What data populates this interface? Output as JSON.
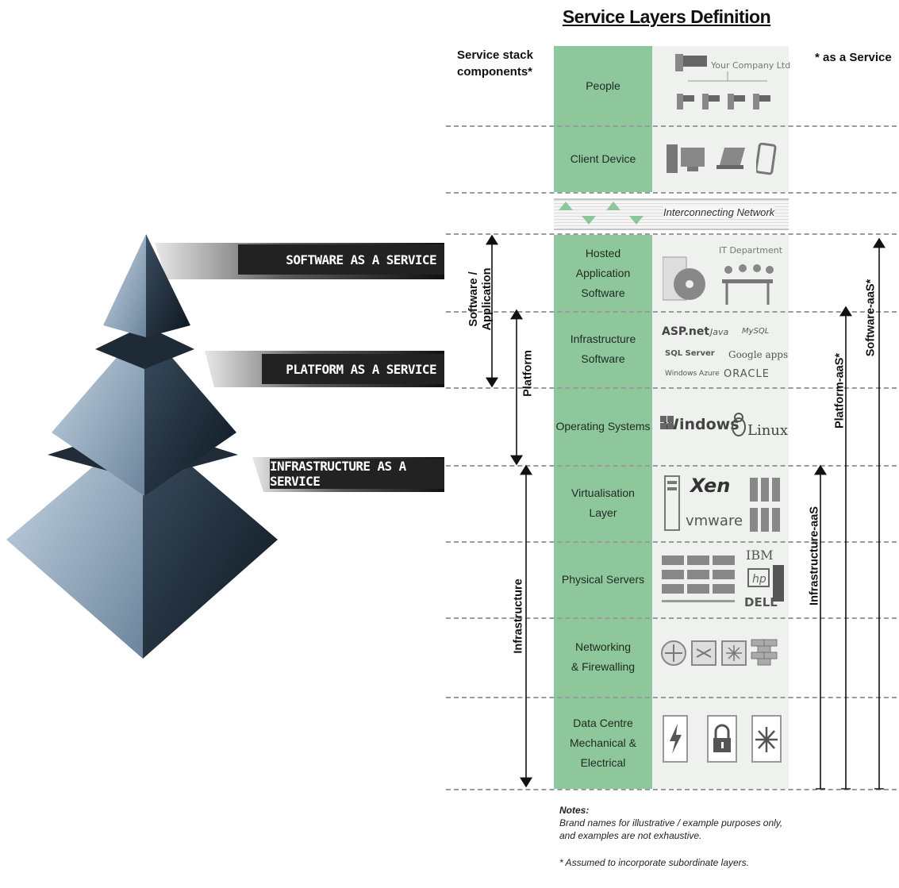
{
  "title": "Service Layers Definition",
  "left_header": "Service stack\ncomponents*",
  "right_header": "* as a Service",
  "layers": [
    {
      "name": "People"
    },
    {
      "name": "Client Device"
    },
    {
      "name": "Hosted\nApplication\nSoftware"
    },
    {
      "name": "Infrastructure\nSoftware"
    },
    {
      "name": "Operating Systems"
    },
    {
      "name": "Virtualisation\nLayer"
    },
    {
      "name": "Physical Servers"
    },
    {
      "name": "Networking\n& Firewalling"
    },
    {
      "name": "Data Centre\nMechanical &\nElectrical"
    }
  ],
  "network_label": "Interconnecting Network",
  "icon_text": {
    "company": "Your Company Ltd",
    "it_dept": "IT Department",
    "aspnet": "ASP.net",
    "java": "Java",
    "mysql": "MySQL",
    "sqlserver": "SQL Server",
    "googleapps": "Google apps",
    "windowsazure": "Windows Azure",
    "oracle": "ORACLE",
    "windows": "Windows",
    "linux": "Linux",
    "xen": "Xen",
    "vmware": "vmware",
    "ibm": "IBM",
    "dell": "DELL"
  },
  "left_scopes": {
    "software": "Software /\nApplication",
    "platform": "Platform",
    "infrastructure": "Infrastructure"
  },
  "right_scopes": {
    "iaas": "Infrastructure-aaS",
    "paas": "Platform-aaS*",
    "saas": "Software-aaS*"
  },
  "pyramid_labels": {
    "saas": "SOFTWARE AS A SERVICE",
    "paas": "PLATFORM AS A SERVICE",
    "iaas": "INFRASTRUCTURE AS A SERVICE"
  },
  "notes": {
    "heading": "Notes:",
    "line1": "Brand names for illustrative / example purposes only,",
    "line2": "and examples are not exhaustive.",
    "footnote": "* Assumed to incorporate subordinate layers."
  },
  "colors": {
    "layer_green": "#8fc79d",
    "icon_panel": "#eef1ee",
    "band_dark": "#222222",
    "pyramid_light": "#a9bfd6",
    "pyramid_dark": "#0f1a24"
  }
}
